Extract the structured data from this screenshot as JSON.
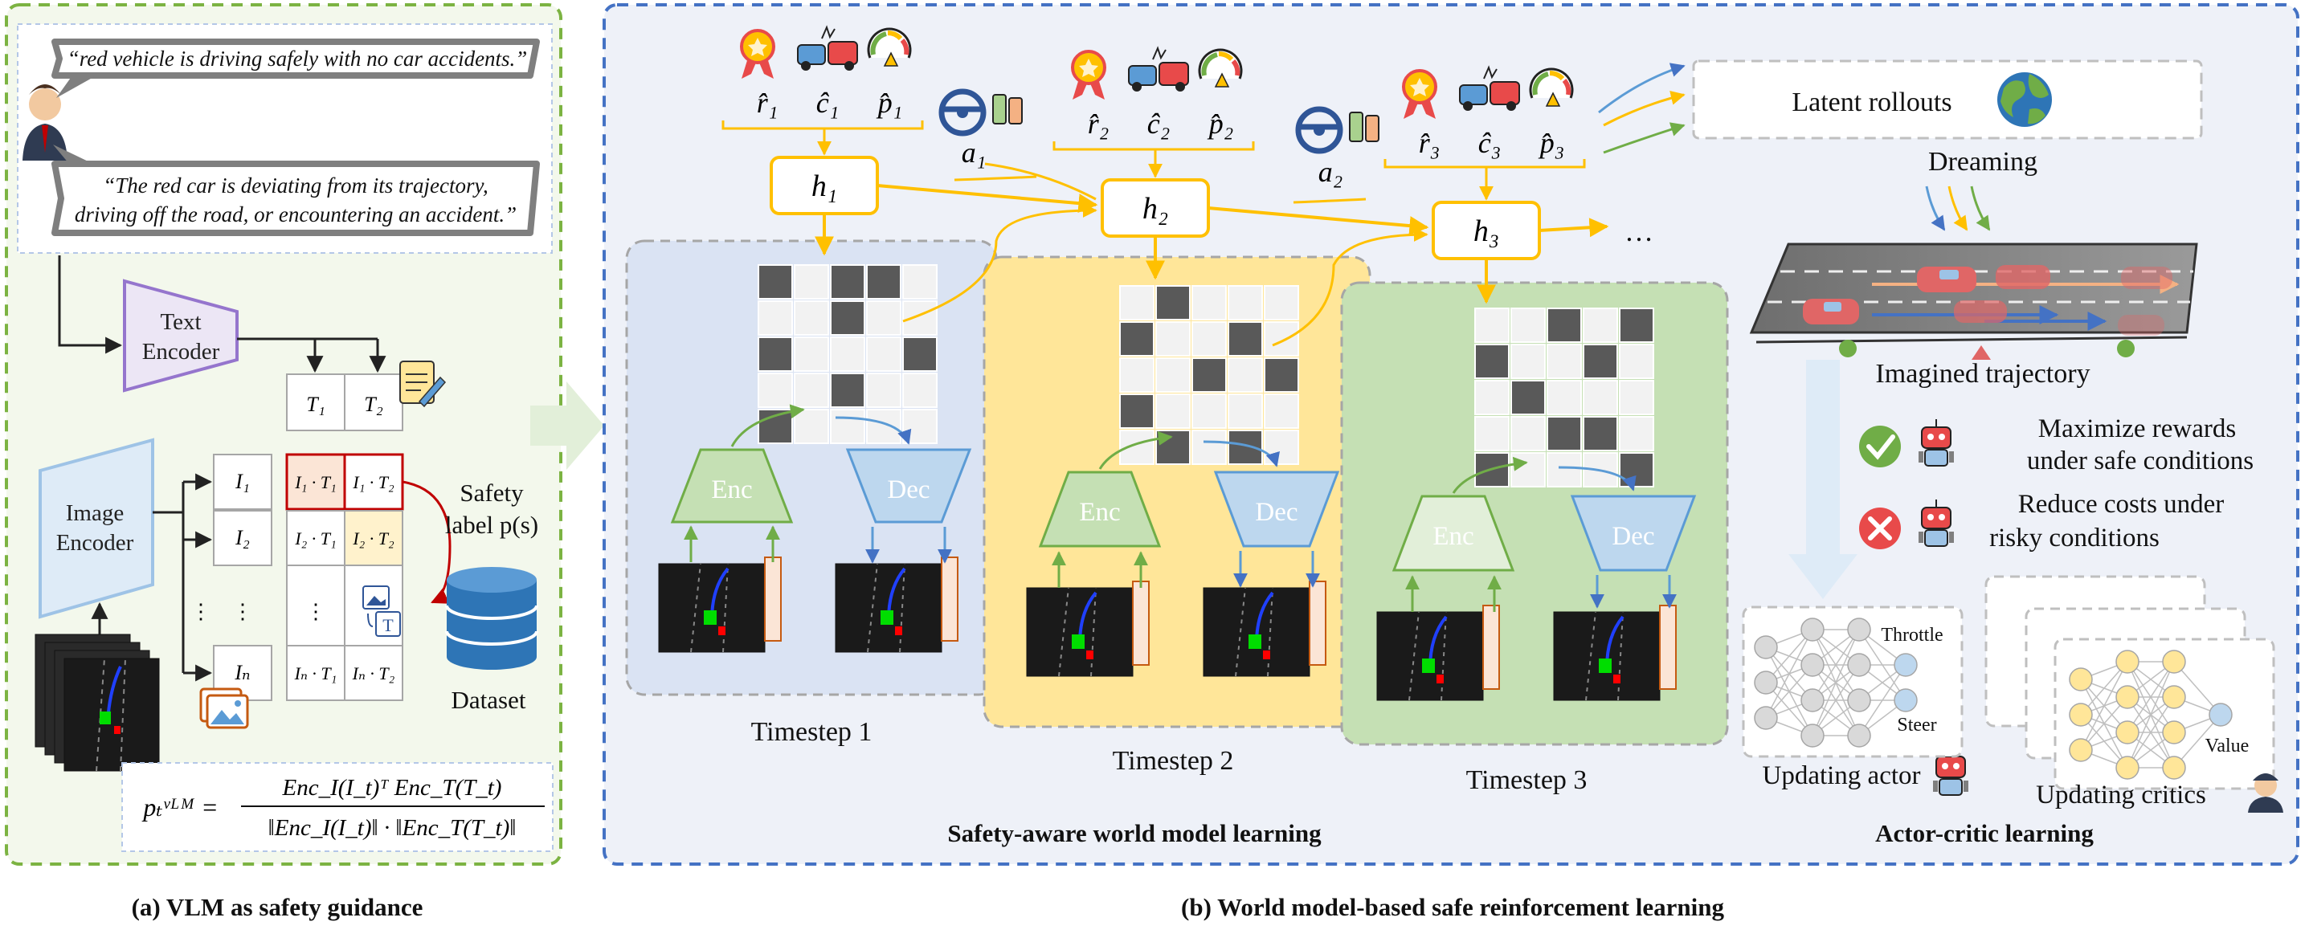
{
  "panel_a": {
    "quote_safe": "“red vehicle is driving safely with no car accidents.”",
    "quote_risky_line1": "“The red car is deviating from its trajectory,",
    "quote_risky_line2": "driving off the road, or encountering an accident.”",
    "text_encoder_line1": "Text",
    "text_encoder_line2": "Encoder",
    "image_encoder_line1": "Image",
    "image_encoder_line2": "Encoder",
    "t1": "T₁",
    "t2": "T₂",
    "i1": "I₁",
    "i2": "I₂",
    "idots": "⋮",
    "in": "Iₙ",
    "cell_11": "I₁ · T₁",
    "cell_12": "I₁ · T₂",
    "cell_21": "I₂ · T₁",
    "cell_22": "I₂ · T₂",
    "cell_d1": "⋮",
    "cell_n1": "Iₙ · T₁",
    "cell_n2": "Iₙ · T₂",
    "safety_label_line1": "Safety",
    "safety_label_line2": "label p(s)",
    "dataset": "Dataset",
    "formula_lhs": "pₜᵛᴸᴹ =",
    "formula_num": "Enc_I(I_t)ᵀ Enc_T(T_t)",
    "formula_den": "‖Enc_I(I_t)‖ · ‖Enc_T(T_t)‖",
    "caption": "(a) VLM as safety guidance"
  },
  "panel_b": {
    "r_hat_1": "r̂₁",
    "c_hat_1": "ĉ₁",
    "p_hat_1": "p̂₁",
    "r_hat_2": "r̂₂",
    "c_hat_2": "ĉ₂",
    "p_hat_2": "p̂₂",
    "r_hat_3": "r̂₃",
    "c_hat_3": "ĉ₃",
    "p_hat_3": "p̂₃",
    "a1": "a₁",
    "a2": "a₂",
    "h1": "h₁",
    "h2": "h₂",
    "h3": "h₃",
    "ellipsis": "…",
    "enc": "Enc",
    "dec": "Dec",
    "timestep1": "Timestep 1",
    "timestep2": "Timestep 2",
    "timestep3": "Timestep 3",
    "latent_rollouts": "Latent rollouts",
    "dreaming": "Dreaming",
    "imagined_trajectory": "Imagined trajectory",
    "maximize_line1": "Maximize rewards",
    "maximize_line2": "under safe conditions",
    "reduce_line1": "Reduce costs under",
    "reduce_line2": "risky conditions",
    "throttle": "Throttle",
    "steer": "Steer",
    "value": "Value",
    "updating_actor": "Updating actor",
    "updating_critics": "Updating critics",
    "wm_title": "Safety-aware world model learning",
    "ac_title": "Actor-critic learning",
    "caption": "(b) World model-based safe reinforcement learning"
  },
  "colors": {
    "green_dash": "#7cb342",
    "blue_dash": "#4472c4",
    "encoder_purple": "#9575cd",
    "encoder_blue": "#9ec3e6",
    "h_box_yellow": "#ffc000",
    "enc_green": "#a9d18e",
    "dec_blue": "#9dc3e6",
    "ts1_bg": "#dae3f3",
    "ts2_bg": "#ffe699",
    "ts3_bg": "#c5e0b4"
  }
}
